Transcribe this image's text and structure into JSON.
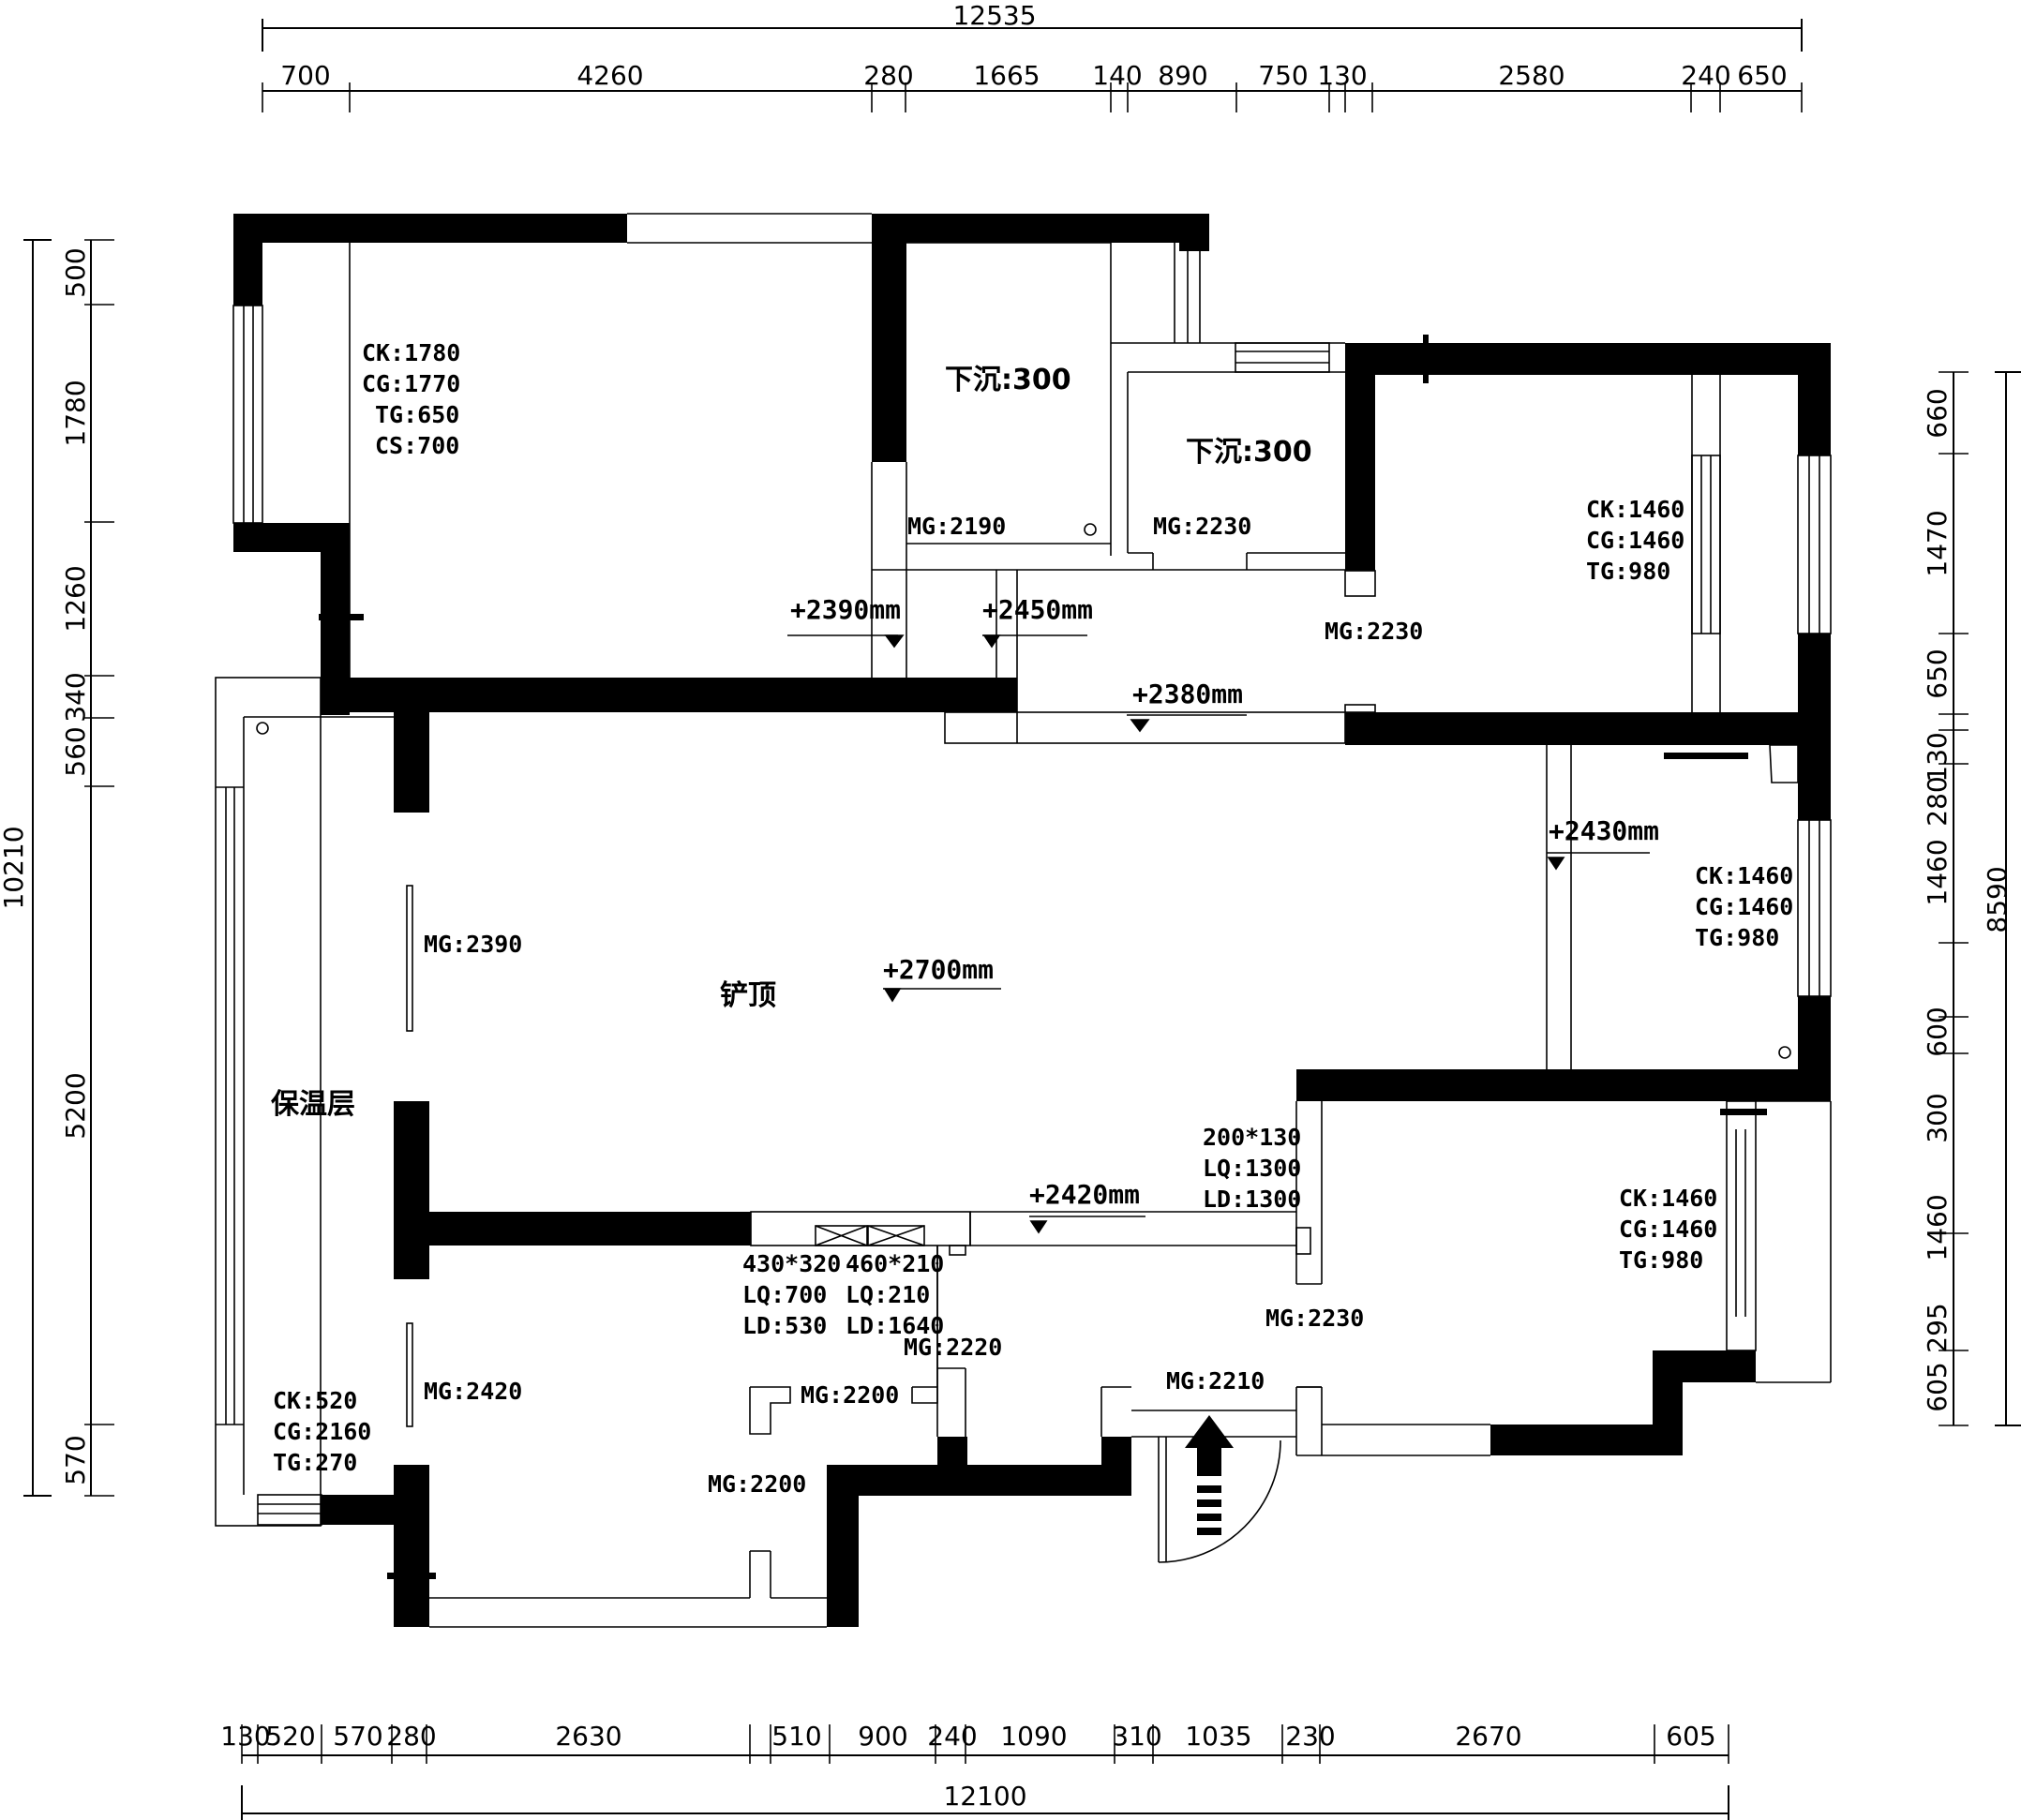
{
  "dims": {
    "top_total": "12535",
    "top": [
      "700",
      "4260",
      "280",
      "1665",
      "140",
      "890",
      "750",
      "130",
      "2580",
      "240",
      "650"
    ],
    "bottom": [
      "130",
      "520",
      "570",
      "280",
      "2630",
      "510",
      "900",
      "240",
      "1090",
      "310",
      "1035",
      "230",
      "2670",
      "605"
    ],
    "bottom_total": "12100",
    "left_total": "10210",
    "left": [
      "500",
      "1780",
      "1260",
      "340",
      "560",
      "5200",
      "570"
    ],
    "right_total": "8590",
    "right": [
      "660",
      "1470",
      "650",
      "130",
      "280",
      "1460",
      "600",
      "300",
      "1460",
      "295",
      "605"
    ]
  },
  "rooms": {
    "master": [
      "CK:1780",
      "CG:1770",
      "TG:650",
      "CS:700"
    ],
    "bath1": "下沉:300",
    "bath2": "下沉:300",
    "bath1_door": "MG:2190",
    "bath2_door": "MG:2230",
    "ne_door": "MG:2230",
    "ne_window": [
      "CK:1460",
      "CG:1460",
      "TG:980"
    ],
    "east_window": [
      "CK:1460",
      "CG:1460",
      "TG:980"
    ],
    "se_window": [
      "CK:1460",
      "CG:1460",
      "TG:980"
    ],
    "living_door": "MG:2390",
    "ceiling": "铲顶",
    "insulation": "保温层",
    "vent": [
      "200*130",
      "LQ:1300",
      "LD:1300"
    ],
    "se_door": "MG:2230",
    "hole1": [
      "430*320",
      "LQ:700",
      "LD:530"
    ],
    "hole2": [
      "460*210",
      "LQ:210",
      "LD:1640"
    ],
    "door_2220": "MG:2220",
    "door_2200a": "MG:2200",
    "door_2200b": "MG:2200",
    "door_2420": "MG:2420",
    "entry_door": "MG:2210",
    "sw_window": [
      "CK:520",
      "CG:2160",
      "TG:270"
    ]
  },
  "levels": {
    "l2390": "+2390mm",
    "l2450": "+2450mm",
    "l2380": "+2380mm",
    "l2430": "+2430mm",
    "l2700": "+2700mm",
    "l2420": "+2420mm"
  }
}
